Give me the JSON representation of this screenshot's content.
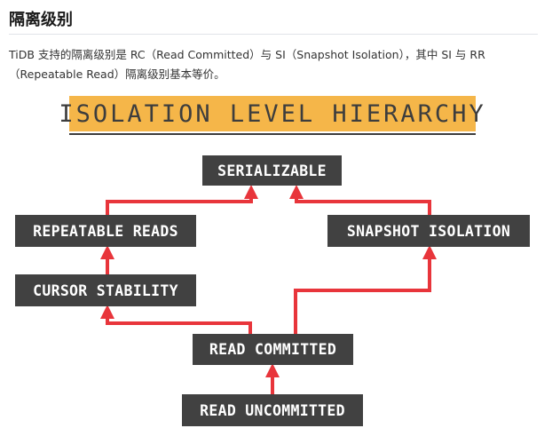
{
  "page": {
    "heading": "隔离级别",
    "paragraph": "TiDB 支持的隔离级别是 RC（Read Committed）与 SI（Snapshot Isolation），其中 SI 与 RR（Repeatable Read）隔离级别基本等价。"
  },
  "diagram": {
    "title": "ISOLATION LEVEL HIERARCHY",
    "colors": {
      "title_band": "#f5b649",
      "node_bg": "#414141",
      "node_text": "#ffffff",
      "arrow": "#e8353b"
    },
    "nodes": {
      "serializable": "SERIALIZABLE",
      "repeatable_reads": "REPEATABLE READS",
      "snapshot_isolation": "SNAPSHOT ISOLATION",
      "cursor_stability": "CURSOR STABILITY",
      "read_committed": "READ COMMITTED",
      "read_uncommitted": "READ UNCOMMITTED"
    },
    "edges": [
      {
        "from": "read_uncommitted",
        "to": "read_committed"
      },
      {
        "from": "read_committed",
        "to": "cursor_stability"
      },
      {
        "from": "read_committed",
        "to": "snapshot_isolation"
      },
      {
        "from": "cursor_stability",
        "to": "repeatable_reads"
      },
      {
        "from": "repeatable_reads",
        "to": "serializable"
      },
      {
        "from": "snapshot_isolation",
        "to": "serializable"
      }
    ]
  }
}
